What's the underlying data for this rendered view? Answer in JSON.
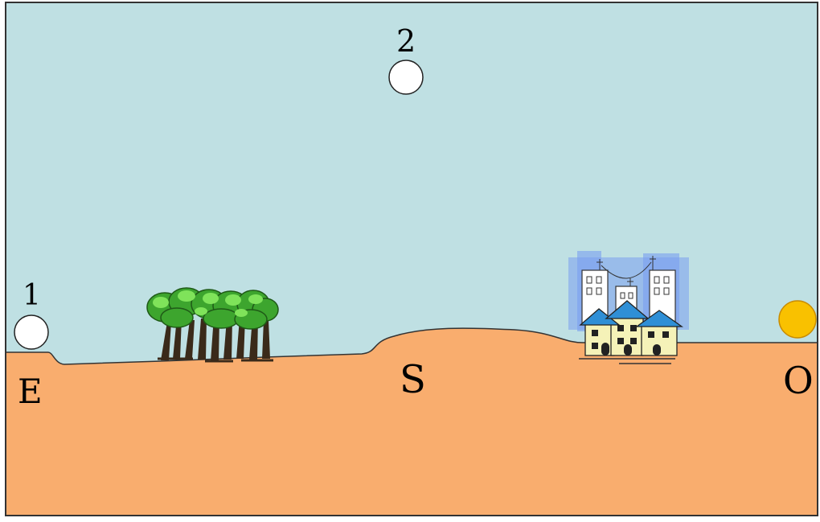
{
  "colors": {
    "sky": "#bfe0e3",
    "ground": "#f9ad6e",
    "sun_white": "#ffffff",
    "sun_setting": "#f9c100",
    "foliage": "#3da52e",
    "foliage_light": "#7fe35a",
    "trunk": "#3a2a1a",
    "house": "#f5f2b8",
    "roof": "#2f8fd6",
    "city_glow": "#7a9ef0"
  },
  "sun_labels": {
    "position_1": "1",
    "position_2": "2"
  },
  "directions": {
    "east": "E",
    "south": "S",
    "west": "O"
  }
}
